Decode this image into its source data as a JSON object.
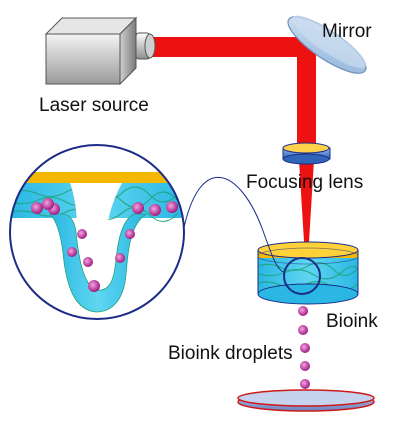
{
  "labels": {
    "laser_source": "Laser source",
    "mirror": "Mirror",
    "focusing_lens": "Focusing lens",
    "bioink": "Bioink",
    "bioink_droplets": "Bioink droplets"
  },
  "colors": {
    "laser_beam": "#ee1111",
    "lens_blue": "#5b8fd6",
    "gold_layer": "#f5b800",
    "bioink_cyan": "#35c4e8",
    "cell_magenta": "#cc2ca0",
    "mirror_blue": "#9cc0e4",
    "outline_navy": "#1b2d86"
  },
  "icons": [
    "laser-source-device-icon",
    "mirror-icon",
    "focusing-lens-icon",
    "bioink-dish-icon",
    "collector-plate-icon",
    "droplet-cell-icon"
  ]
}
